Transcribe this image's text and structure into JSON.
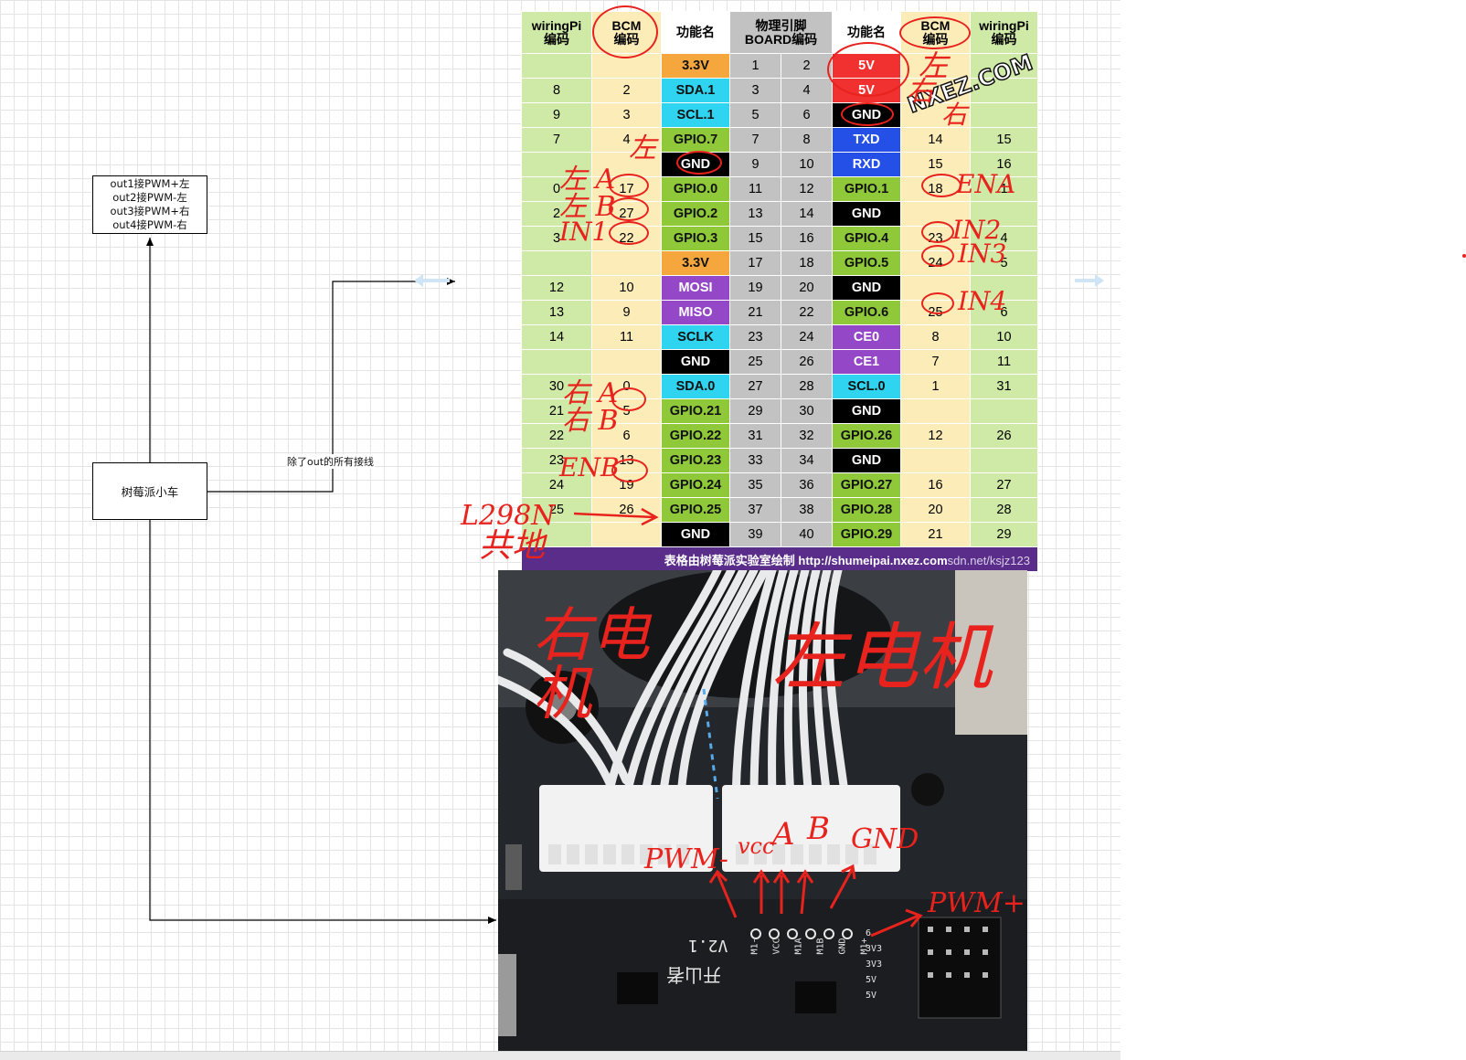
{
  "diagram": {
    "out_box": {
      "lines": [
        "out1接PWM+左",
        "out2接PWM-左",
        "out3接PWM+右",
        "out4接PWM-右"
      ]
    },
    "car_box": {
      "label": "树莓派小车"
    },
    "edge_label": "除了out的所有接线"
  },
  "pin_table": {
    "headers": {
      "wiringpi": "wiringPi\n编码",
      "bcm": "BCM\n编码",
      "function": "功能名",
      "board": "物理引脚\nBOARD编码"
    },
    "rows": [
      {
        "wp_l": "",
        "bcm_l": "",
        "fn_l": "3.3V",
        "pin_l": "1",
        "pin_r": "2",
        "fn_r": "5V",
        "bcm_r": "",
        "wp_r": ""
      },
      {
        "wp_l": "8",
        "bcm_l": "2",
        "fn_l": "SDA.1",
        "pin_l": "3",
        "pin_r": "4",
        "fn_r": "5V",
        "bcm_r": "",
        "wp_r": ""
      },
      {
        "wp_l": "9",
        "bcm_l": "3",
        "fn_l": "SCL.1",
        "pin_l": "5",
        "pin_r": "6",
        "fn_r": "GND",
        "bcm_r": "",
        "wp_r": ""
      },
      {
        "wp_l": "7",
        "bcm_l": "4",
        "fn_l": "GPIO.7",
        "pin_l": "7",
        "pin_r": "8",
        "fn_r": "TXD",
        "bcm_r": "14",
        "wp_r": "15"
      },
      {
        "wp_l": "",
        "bcm_l": "",
        "fn_l": "GND",
        "pin_l": "9",
        "pin_r": "10",
        "fn_r": "RXD",
        "bcm_r": "15",
        "wp_r": "16"
      },
      {
        "wp_l": "0",
        "bcm_l": "17",
        "fn_l": "GPIO.0",
        "pin_l": "11",
        "pin_r": "12",
        "fn_r": "GPIO.1",
        "bcm_r": "18",
        "wp_r": "1"
      },
      {
        "wp_l": "2",
        "bcm_l": "27",
        "fn_l": "GPIO.2",
        "pin_l": "13",
        "pin_r": "14",
        "fn_r": "GND",
        "bcm_r": "",
        "wp_r": ""
      },
      {
        "wp_l": "3",
        "bcm_l": "22",
        "fn_l": "GPIO.3",
        "pin_l": "15",
        "pin_r": "16",
        "fn_r": "GPIO.4",
        "bcm_r": "23",
        "wp_r": "4"
      },
      {
        "wp_l": "",
        "bcm_l": "",
        "fn_l": "3.3V",
        "pin_l": "17",
        "pin_r": "18",
        "fn_r": "GPIO.5",
        "bcm_r": "24",
        "wp_r": "5"
      },
      {
        "wp_l": "12",
        "bcm_l": "10",
        "fn_l": "MOSI",
        "pin_l": "19",
        "pin_r": "20",
        "fn_r": "GND",
        "bcm_r": "",
        "wp_r": ""
      },
      {
        "wp_l": "13",
        "bcm_l": "9",
        "fn_l": "MISO",
        "pin_l": "21",
        "pin_r": "22",
        "fn_r": "GPIO.6",
        "bcm_r": "25",
        "wp_r": "6"
      },
      {
        "wp_l": "14",
        "bcm_l": "11",
        "fn_l": "SCLK",
        "pin_l": "23",
        "pin_r": "24",
        "fn_r": "CE0",
        "bcm_r": "8",
        "wp_r": "10"
      },
      {
        "wp_l": "",
        "bcm_l": "",
        "fn_l": "GND",
        "pin_l": "25",
        "pin_r": "26",
        "fn_r": "CE1",
        "bcm_r": "7",
        "wp_r": "11"
      },
      {
        "wp_l": "30",
        "bcm_l": "0",
        "fn_l": "SDA.0",
        "pin_l": "27",
        "pin_r": "28",
        "fn_r": "SCL.0",
        "bcm_r": "1",
        "wp_r": "31"
      },
      {
        "wp_l": "21",
        "bcm_l": "5",
        "fn_l": "GPIO.21",
        "pin_l": "29",
        "pin_r": "30",
        "fn_r": "GND",
        "bcm_r": "",
        "wp_r": ""
      },
      {
        "wp_l": "22",
        "bcm_l": "6",
        "fn_l": "GPIO.22",
        "pin_l": "31",
        "pin_r": "32",
        "fn_r": "GPIO.26",
        "bcm_r": "12",
        "wp_r": "26"
      },
      {
        "wp_l": "23",
        "bcm_l": "13",
        "fn_l": "GPIO.23",
        "pin_l": "33",
        "pin_r": "34",
        "fn_r": "GND",
        "bcm_r": "",
        "wp_r": ""
      },
      {
        "wp_l": "24",
        "bcm_l": "19",
        "fn_l": "GPIO.24",
        "pin_l": "35",
        "pin_r": "36",
        "fn_r": "GPIO.27",
        "bcm_r": "16",
        "wp_r": "27"
      },
      {
        "wp_l": "25",
        "bcm_l": "26",
        "fn_l": "GPIO.25",
        "pin_l": "37",
        "pin_r": "38",
        "fn_r": "GPIO.28",
        "bcm_r": "20",
        "wp_r": "28"
      },
      {
        "wp_l": "",
        "bcm_l": "",
        "fn_l": "GND",
        "pin_l": "39",
        "pin_r": "40",
        "fn_r": "GPIO.29",
        "bcm_r": "21",
        "wp_r": "29"
      }
    ],
    "footer": "表格由树莓派实验室绘制 http://shumeipai.nxez.com",
    "footer_overlay": "sdn.net/ksjz123",
    "watermark": "NXEZ.COM",
    "colors": {
      "3.3V": "#f5a73d",
      "5V": "#f0312f",
      "GND": "#000000",
      "SDA": "#2fd4f0",
      "SCL": "#2fd4f0",
      "GPIO": "#8fc93a",
      "TXD": "#2450e8",
      "RXD": "#2450e8",
      "SPI": "#9448c8"
    }
  },
  "annotations": {
    "pin5v_left": "左",
    "pin5v_right": "右",
    "gnd6_right": "右",
    "gnd9_left": "左",
    "left_a": "左 A",
    "left_b": "左 B",
    "in1": "IN1",
    "ena": "ENA",
    "in2": "IN2",
    "in3": "IN3",
    "in4": "IN4",
    "right_a": "右 A",
    "right_b": "右 B",
    "enb": "ENB",
    "l298n": "L298N",
    "common_ground": "共地",
    "right_motor": "右电机",
    "left_motor": "左电机",
    "pwm": "PWM-",
    "vcc": "vcc",
    "a": "A",
    "b": "B",
    "gnd": "GND",
    "pwm_plus": "PWM+"
  },
  "pcb": {
    "silkscreen_version": "V2.1",
    "silkscreen_brand": "开山者",
    "header_pins": [
      "M1-",
      "VCC",
      "M1A",
      "M1B",
      "GND",
      "M1+"
    ],
    "right_labels": [
      "6",
      "3V3",
      "3V3",
      "5V",
      "5V"
    ]
  }
}
